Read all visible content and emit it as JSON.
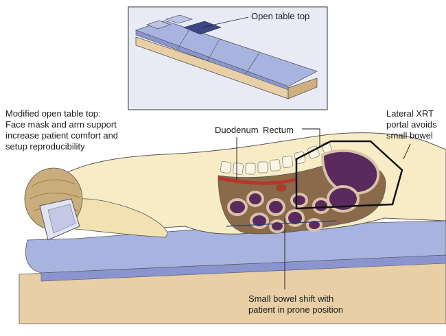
{
  "labels": {
    "open_table_top": "Open table top",
    "modified_table": [
      "Modified open table top:",
      "Face mask and arm support",
      "increase patient comfort and",
      "setup reproducibility"
    ],
    "duodenum": "Duodenum",
    "rectum": "Rectum",
    "lateral_xrt": [
      "Lateral XRT",
      "portal avoids",
      "small bowel"
    ],
    "small_bowel_shift": [
      "Small bowel shift with",
      "patient in prone position"
    ]
  },
  "colors": {
    "table_blue": "#a9b3e0",
    "table_blue_dark": "#8a95cf",
    "table_wood": "#e8cfa6",
    "skin": "#f7ecc6",
    "hair": "#c9ad7a",
    "bowel_purple": "#5a2a5e",
    "bowel_ring": "#d9c3a8",
    "mesentery": "#8a6a4a",
    "vessel_red": "#b8362a",
    "inset_bg": "#e8ebf6"
  }
}
